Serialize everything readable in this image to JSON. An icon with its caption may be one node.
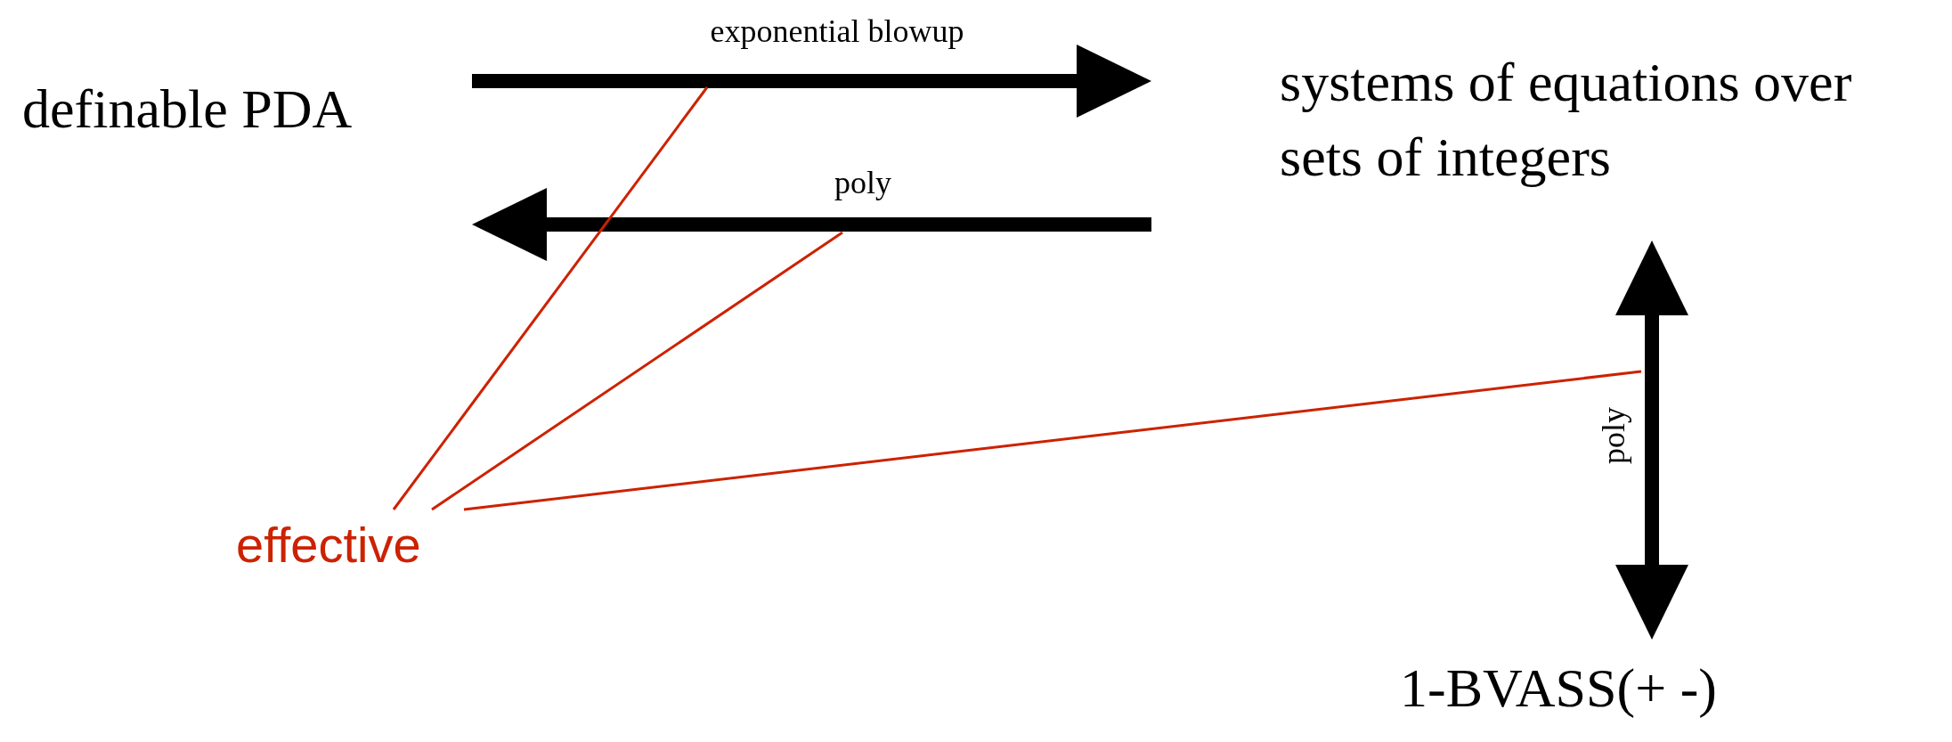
{
  "diagram": {
    "nodes": [
      {
        "text": [
          "definable PDA"
        ]
      },
      {
        "text": [
          "systems of equations over sets of integers"
        ]
      },
      {
        "text": [
          "1-BVASS(+ -)"
        ]
      },
      {
        "text": [
          "effective"
        ]
      }
    ],
    "edges": [
      {
        "from": 0,
        "to": 1,
        "arrow": "to",
        "label": "exponential blowup",
        "style": "thick"
      },
      {
        "from": 1,
        "to": 0,
        "arrow": "to",
        "label": "poly",
        "style": "thick"
      },
      {
        "from": 1,
        "to": 2,
        "arrow": "both",
        "label": "poly",
        "style": "thick"
      },
      {
        "from": 3,
        "to": null,
        "arrow": "none",
        "color": "#cc2200"
      },
      {
        "from": 3,
        "to": null,
        "arrow": "none",
        "color": "#cc2200"
      },
      {
        "from": 3,
        "to": null,
        "arrow": "none",
        "color": "#cc2200"
      }
    ]
  }
}
